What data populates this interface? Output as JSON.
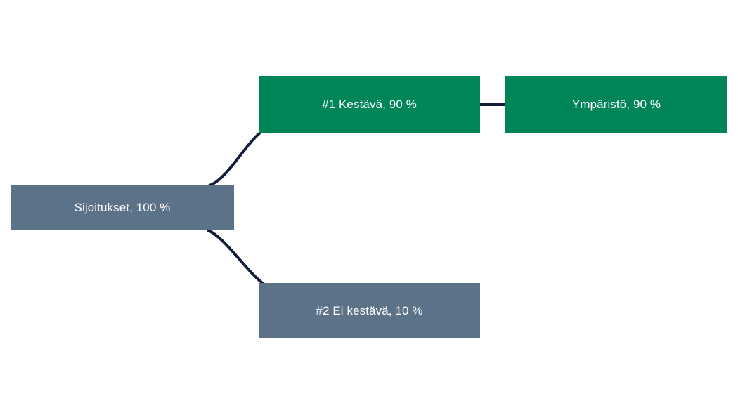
{
  "diagram": {
    "type": "tree",
    "background_color": "#ffffff",
    "connector_color": "#101c3a",
    "nodes": [
      {
        "id": "root",
        "label": "Sijoitukset, 100 %",
        "name": "Sijoitukset",
        "value": "100 %",
        "color": "#5c7289",
        "text_color": "#ffffff"
      },
      {
        "id": "kestava",
        "label": "#1 Kestävä, 90 %",
        "name": "#1 Kestävä",
        "value": "90 %",
        "color": "#008557",
        "text_color": "#ffffff"
      },
      {
        "id": "ymparisto",
        "label": "Ympäristö, 90 %",
        "name": "Ympäristö",
        "value": "90 %",
        "color": "#008557",
        "text_color": "#ffffff"
      },
      {
        "id": "eikestava",
        "label": "#2 Ei kestävä, 10 %",
        "name": "#2 Ei kestävä",
        "value": "10 %",
        "color": "#5c7289",
        "text_color": "#ffffff"
      }
    ],
    "edges": [
      {
        "id": "root-kestava",
        "from": "root",
        "to": "kestava",
        "style": "curve"
      },
      {
        "id": "root-eikestava",
        "from": "root",
        "to": "eikestava",
        "style": "curve"
      },
      {
        "id": "kestava-ymparisto",
        "from": "kestava",
        "to": "ymparisto",
        "style": "straight"
      }
    ]
  }
}
